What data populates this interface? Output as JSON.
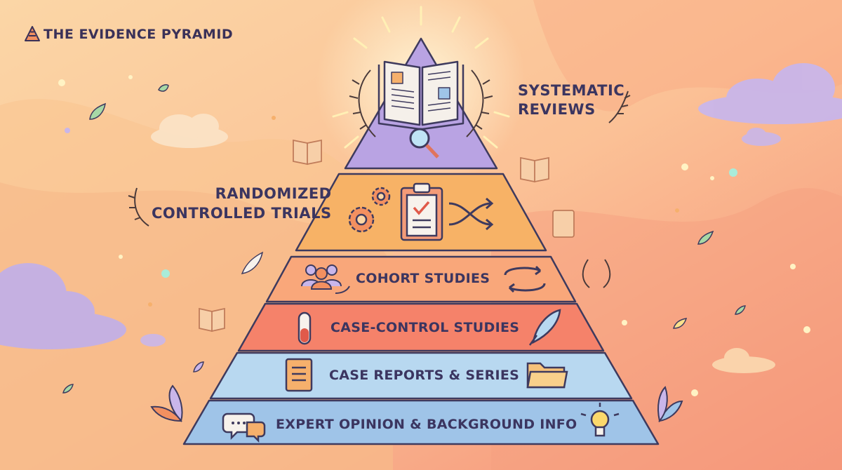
{
  "title": "THE EVIDENCE PYRAMID",
  "tiers": {
    "systematic_reviews": {
      "label_line1": "SYSTEMATIC",
      "label_line2": "REVIEWS",
      "color": "#b9a3e3"
    },
    "rct": {
      "label_line1": "RANDOMIZED",
      "label_line2": "CONTROLLED TRIALS",
      "color": "#f7b266"
    },
    "cohort": {
      "label": "COHORT STUDIES",
      "color": "#f9a77a"
    },
    "case_control": {
      "label": "CASE-CONTROL STUDIES",
      "color": "#f5826a"
    },
    "case_reports": {
      "label": "CASE REPORTS & SERIES",
      "color": "#b8d8f0"
    },
    "expert_opinion": {
      "label": "EXPERT OPINION & BACKGROUND INFO",
      "color": "#9fc4e8"
    }
  },
  "icons": [
    "open-book-icon",
    "magnifier-icon",
    "laurel-icon",
    "gears-icon",
    "clipboard-check-icon",
    "shuffle-icon",
    "people-group-icon",
    "cycle-arrows-icon",
    "test-tube-icon",
    "quill-icon",
    "document-icon",
    "folder-icon",
    "speech-bubbles-icon",
    "lightbulb-icon"
  ]
}
